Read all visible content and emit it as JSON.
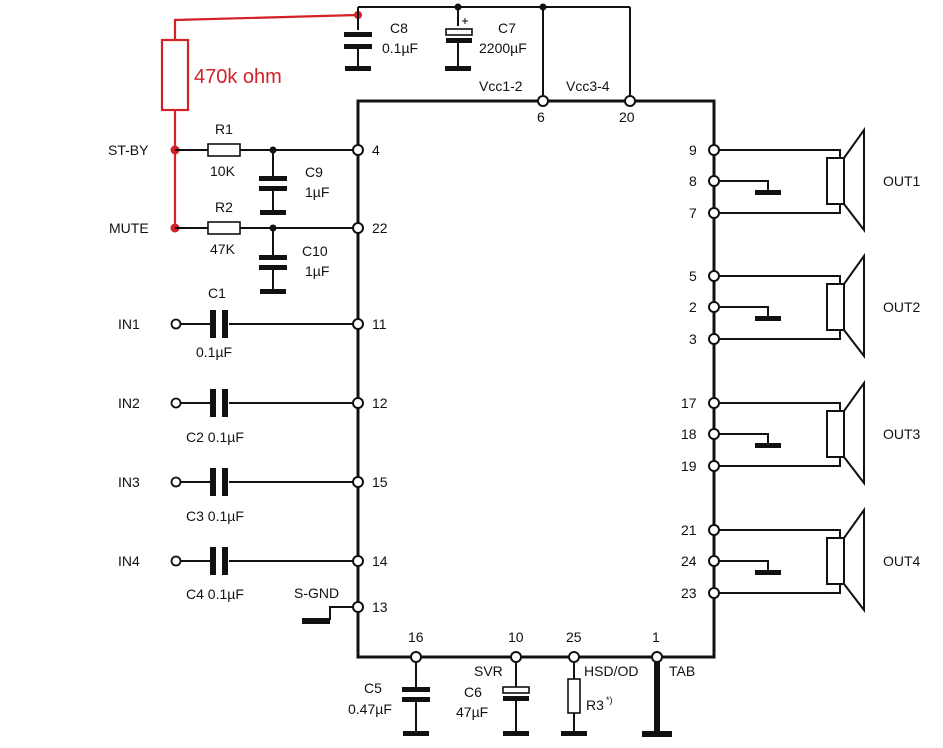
{
  "colors": {
    "wire": "#111111",
    "annotation": "#d42027",
    "background": "#ffffff"
  },
  "annotation": {
    "resistor_label": "470k ohm"
  },
  "supply": {
    "label_12": "Vcc1-2",
    "label_34": "Vcc3-4",
    "pin_12": "6",
    "pin_34": "20"
  },
  "control": {
    "stby_label": "ST-BY",
    "mute_label": "MUTE",
    "stby_pin": "4",
    "mute_pin": "22"
  },
  "components": {
    "c8": {
      "name": "C8",
      "value": "0.1µF"
    },
    "c7": {
      "name": "C7",
      "value": "2200µF"
    },
    "r1": {
      "name": "R1",
      "value": "10K"
    },
    "r2": {
      "name": "R2",
      "value": "47K"
    },
    "c9": {
      "name": "C9",
      "value": "1µF"
    },
    "c10": {
      "name": "C10",
      "value": "1µF"
    },
    "c1": {
      "name": "C1",
      "value": "0.1µF"
    },
    "c2": {
      "label": "C2 0.1µF"
    },
    "c3": {
      "label": "C3 0.1µF"
    },
    "c4": {
      "label": "C4 0.1µF"
    },
    "c5": {
      "name": "C5",
      "value": "0.47µF"
    },
    "c6": {
      "name": "C6",
      "value": "47µF"
    },
    "r3": {
      "name": "R3"
    }
  },
  "inputs": [
    {
      "label": "IN1",
      "pin": "11"
    },
    {
      "label": "IN2",
      "pin": "12"
    },
    {
      "label": "IN3",
      "pin": "15"
    },
    {
      "label": "IN4",
      "pin": "14"
    }
  ],
  "sgnd": {
    "label": "S-GND",
    "pin": "13"
  },
  "outputs": [
    {
      "label": "OUT1",
      "pins": [
        "9",
        "8",
        "7"
      ]
    },
    {
      "label": "OUT2",
      "pins": [
        "5",
        "2",
        "3"
      ]
    },
    {
      "label": "OUT3",
      "pins": [
        "17",
        "18",
        "19"
      ]
    },
    {
      "label": "OUT4",
      "pins": [
        "21",
        "24",
        "23"
      ]
    }
  ],
  "bottom": {
    "svr_label": "SVR",
    "hsd_label": "HSD/OD",
    "tab_label": "TAB",
    "r3_note": "*)",
    "pins": [
      "16",
      "10",
      "25",
      "1"
    ]
  }
}
